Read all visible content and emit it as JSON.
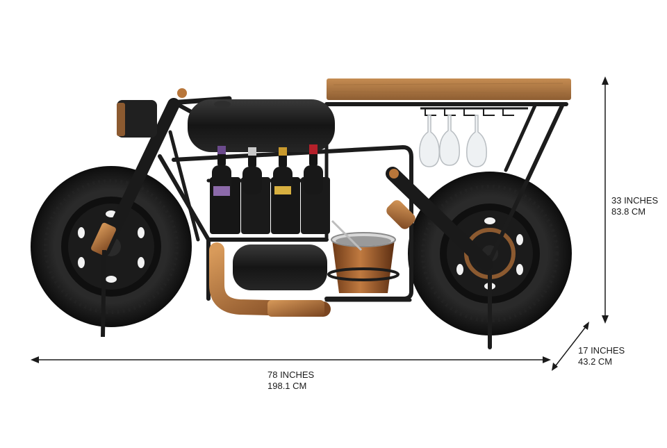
{
  "dimensions": {
    "height": {
      "imperial": "33 INCHES",
      "metric": "83.8 CM"
    },
    "depth": {
      "imperial": "17 INCHES",
      "metric": "43.2 CM"
    },
    "width": {
      "imperial": "78 INCHES",
      "metric": "198.1 CM"
    }
  },
  "colors": {
    "metal": "#1c1c1c",
    "tire": "#141414",
    "copper": "#b8763a",
    "wood": "#b07a45",
    "bucket": "#9a5a2e",
    "wine_caps": [
      "#6b4a8c",
      "#c9c9c9",
      "#c99a2e",
      "#b5202a"
    ]
  }
}
